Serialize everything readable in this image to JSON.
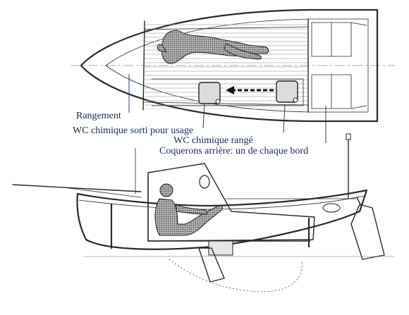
{
  "labels": {
    "storage": "Rangement",
    "wc_in_use": "WC chimique sorti pour usage",
    "wc_stowed": "WC chimique rangé",
    "aft_lockers": "Coquerons arrière: un de chaque bord"
  },
  "colors": {
    "label_text": "#1c2b63",
    "line": "#2a2a2a",
    "hull_shade": "#e9e9e9",
    "figure_fill": "#8a8a8a"
  },
  "icons": {
    "figure": "human-figure-icon",
    "wc": "chemical-toilet-icon",
    "arrow": "dashed-arrow-icon"
  }
}
